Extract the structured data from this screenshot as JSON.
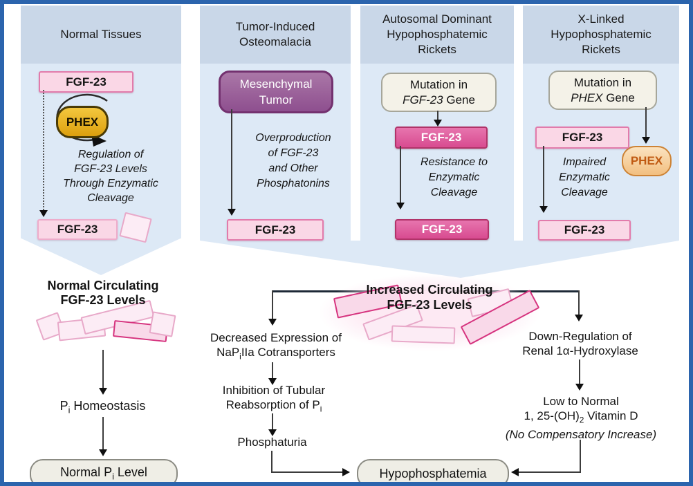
{
  "diagram": {
    "shared": {
      "fgf23": "FGF-23",
      "phex": "PHEX"
    },
    "columns": {
      "normal": {
        "title": "Normal Tissues",
        "process": "Regulation of\nFGF-23 Levels\nThrough Enzymatic\nCleavage"
      },
      "tio": {
        "title": "Tumor-Induced\nOsteomalacia",
        "source": "Mesenchymal\nTumor",
        "process": "Overproduction\nof FGF-23\nand Other\nPhosphatonins"
      },
      "adhr": {
        "title": "Autosomal Dominant\nHypophosphatemic\nRickets",
        "mutation_intro": "Mutation in",
        "mutation_gene": "FGF-23",
        "mutation_tail": " Gene",
        "process": "Resistance to\nEnzymatic\nCleavage"
      },
      "xlh": {
        "title": "X-Linked\nHypophosphatemic\nRickets",
        "mutation_intro": "Mutation in",
        "mutation_gene": "PHEX",
        "mutation_tail": " Gene",
        "process": "Impaired\nEnzymatic\nCleavage"
      }
    },
    "left_pathway": {
      "circulating": "Normal Circulating\nFGF-23 Levels",
      "homeostasis_pre": "P",
      "homeostasis_sub": "i",
      "homeostasis_post": " Homeostasis",
      "result_pre": "Normal P",
      "result_sub": "i",
      "result_post": " Level"
    },
    "central_pathway": {
      "circulating": "Increased Circulating\nFGF-23 Levels",
      "decreased_line1": "Decreased Expression of",
      "decreased_pre": "NaP",
      "decreased_sub": "i",
      "decreased_post": "IIa Cotransporters",
      "inhibition_line1": "Inhibition of Tubular",
      "inhibition_pre": "Reabsorption of P",
      "inhibition_sub": "i",
      "phosphaturia": "Phosphaturia",
      "result": "Hypophosphatemia"
    },
    "right_pathway": {
      "downregulation": "Down-Regulation of\nRenal 1α-Hydroxylase",
      "vitamin_line1": "Low to Normal",
      "vitamin_pre": "1, 25-(OH)",
      "vitamin_sub": "2",
      "vitamin_post": " Vitamin D",
      "vitamin_note": "(No Compensatory Increase)"
    },
    "colors": {
      "border_blue": "#2b64ad",
      "header_band": "#c9d7e8",
      "panel_blue": "#dde9f6",
      "pink_light_fill": "#fad7e6",
      "pink_light_border": "#e27bab",
      "pink_dark_fill": "#de5a9c",
      "pink_dark_border": "#b13369",
      "purple_fill": "#9c6198",
      "purple_border": "#73316f",
      "gold_fill": "#e9b41f",
      "tan_fill": "#f7d09c",
      "tan_border": "#cd8335",
      "cream_fill": "#f4f2e8",
      "pill_fill": "#efeee6"
    }
  }
}
